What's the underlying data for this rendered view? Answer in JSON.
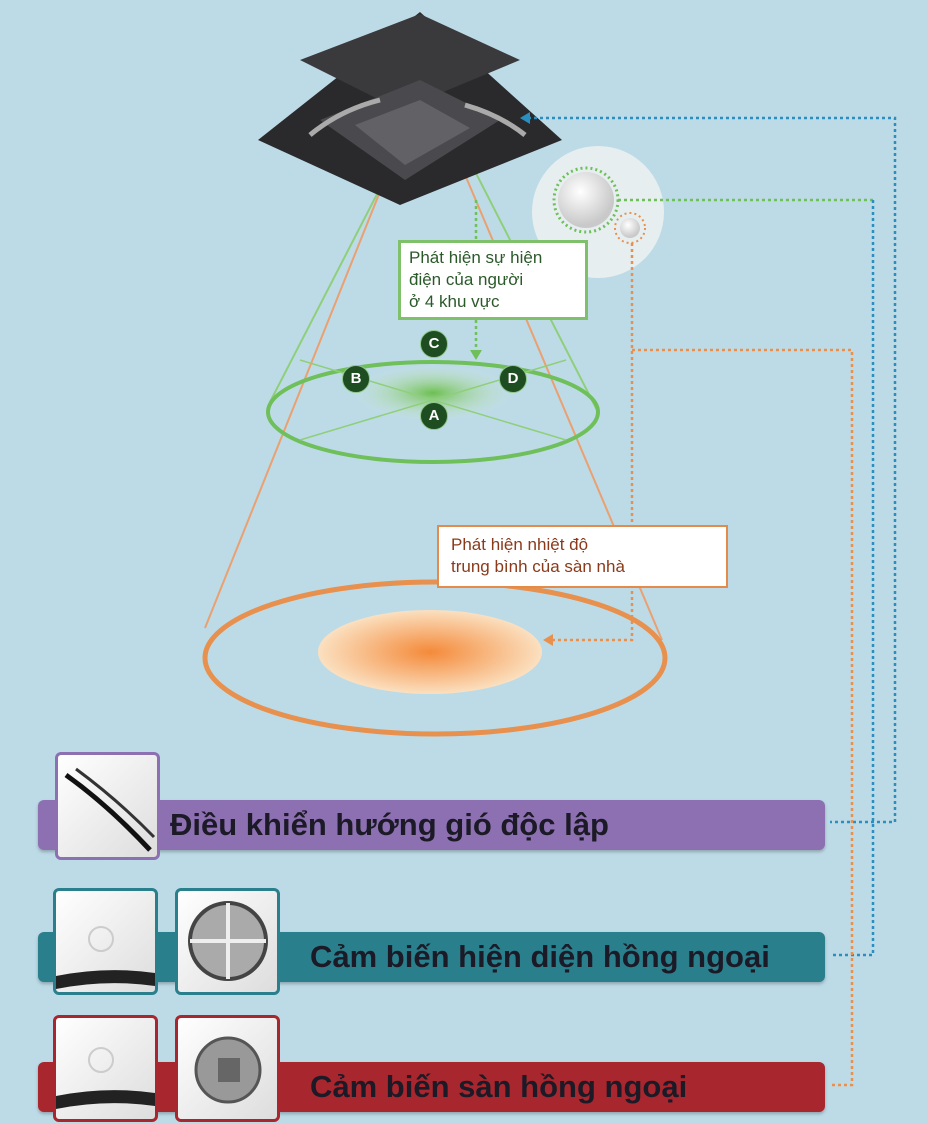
{
  "labels": {
    "presence_detection": [
      "Phát hiện sự hiện",
      "điện của người",
      "ở 4 khu vực"
    ],
    "floor_temperature": [
      "Phát hiện nhiệt độ",
      "trung bình của sàn nhà"
    ]
  },
  "zones": [
    "A",
    "B",
    "C",
    "D"
  ],
  "features": [
    {
      "label": "Điều khiển hướng gió độc lập",
      "color": "#8d70b2"
    },
    {
      "label": "Cảm biến hiện diện hồng ngoại",
      "color": "#2a7f8c"
    },
    {
      "label": "Cảm biến sàn hồng ngoại",
      "color": "#a8262d"
    }
  ],
  "colors": {
    "background": "#bddbe7",
    "green": "#6fbf5a",
    "orange": "#e8904d",
    "blue": "#2a8fc0"
  }
}
